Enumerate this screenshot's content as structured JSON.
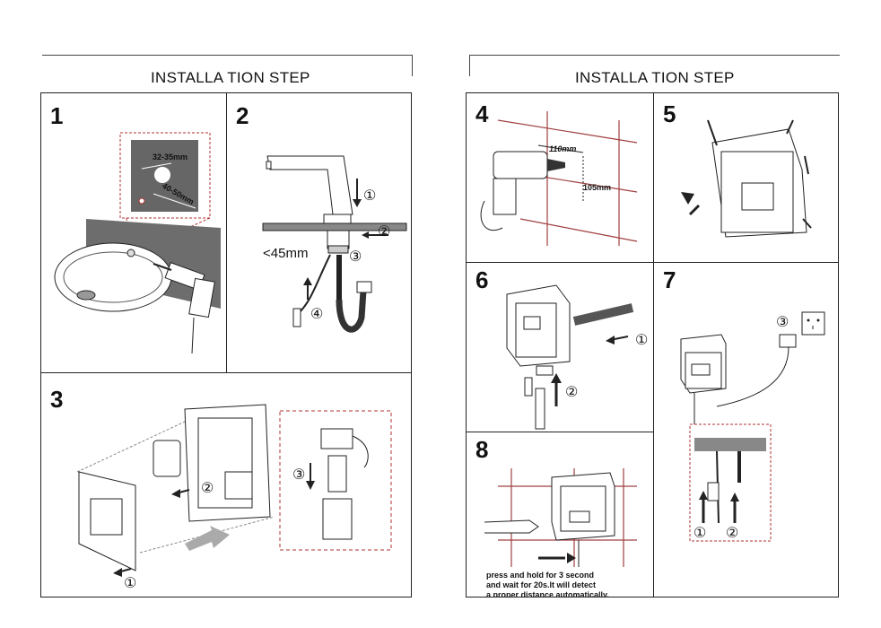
{
  "left": {
    "title": "INSTALLA TION STEP",
    "steps": [
      {
        "number": "1",
        "labels": [
          "32-35mm",
          "40-50mm"
        ]
      },
      {
        "number": "2",
        "labels": [
          "<45mm",
          "①",
          "②",
          "③",
          "④"
        ]
      },
      {
        "number": "3",
        "labels": [
          "①",
          "②",
          "③"
        ]
      }
    ]
  },
  "right": {
    "title": "INSTALLA TION STEP",
    "steps": [
      {
        "number": "4",
        "labels": [
          "110mm",
          "105mm"
        ]
      },
      {
        "number": "5",
        "labels": []
      },
      {
        "number": "6",
        "labels": [
          "①",
          "②"
        ]
      },
      {
        "number": "7",
        "labels": [
          "①",
          "②",
          "③"
        ]
      },
      {
        "number": "8",
        "note": [
          "press and hold for 3 second",
          "and  wait for 20s.It will detect",
          "a proper distance automatically."
        ]
      }
    ]
  },
  "icons": [
    "drill-icon",
    "faucet-icon",
    "battery-icon",
    "control-box-icon",
    "power-adapter-icon",
    "wall-socket-icon",
    "arrow-icon"
  ]
}
